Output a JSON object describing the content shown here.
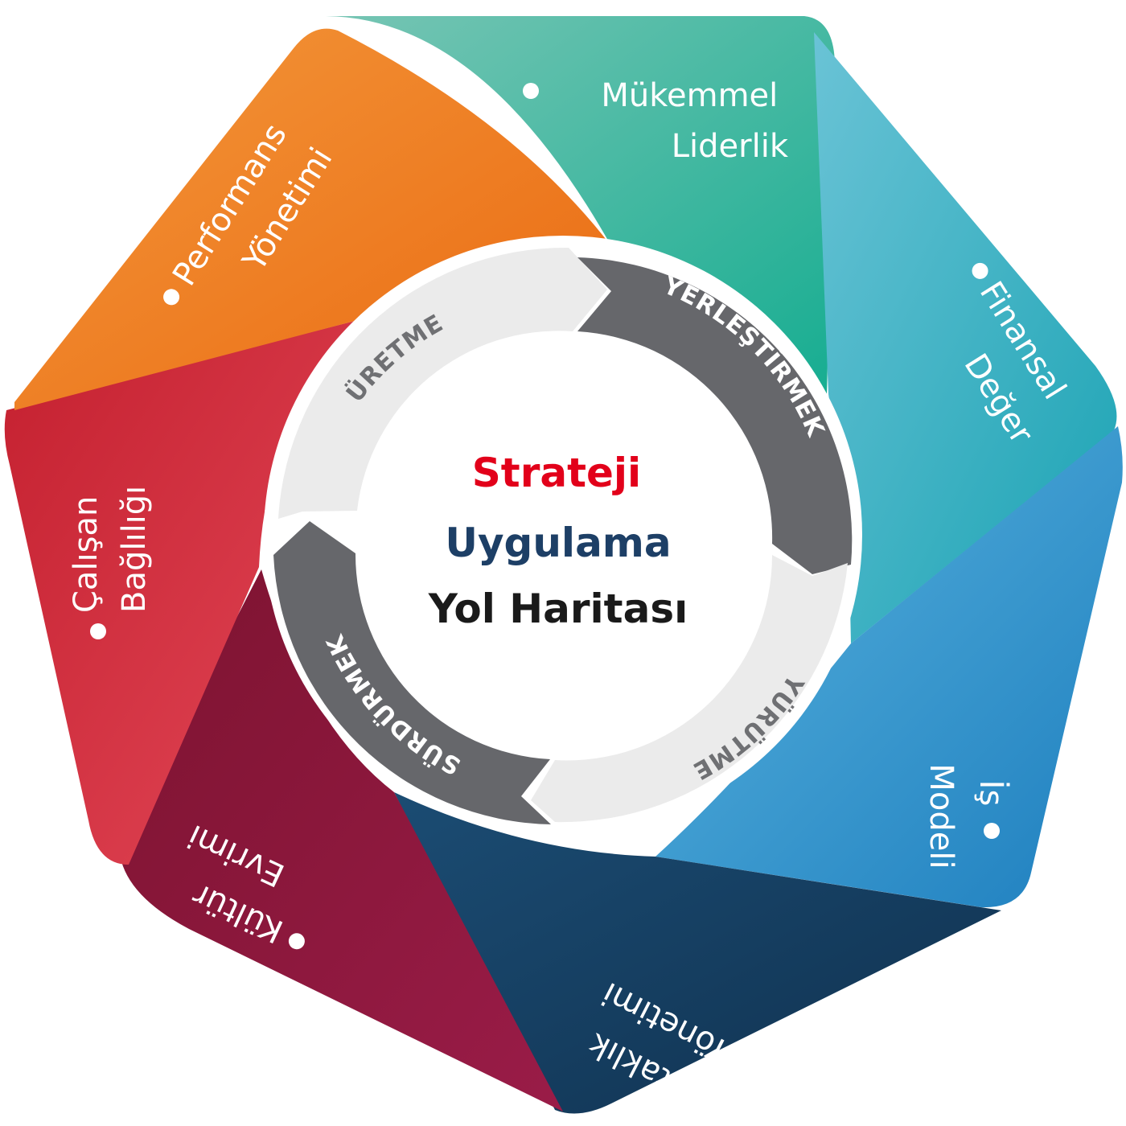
{
  "center": {
    "line1": "Strateji",
    "line2": "Uygulama",
    "line3": "Yol Haritası",
    "colors": {
      "line1": "#e2001a",
      "line2": "#1d3f66",
      "line3": "#1a1a1a"
    }
  },
  "ring": {
    "steps": [
      {
        "label": "ÜRETME",
        "style": "light"
      },
      {
        "label": "YERLEŞTİRMEK",
        "style": "dark"
      },
      {
        "label": "YÜRÜTME",
        "style": "light"
      },
      {
        "label": "SÜRDÜRMEK",
        "style": "dark"
      }
    ],
    "colors": {
      "light": "#ebebeb",
      "dark": "#66676b",
      "light_text": "#6f7073",
      "dark_text": "#ffffff"
    }
  },
  "segments": [
    {
      "name": "mukemmel-liderlik",
      "lines": [
        "Mükemmel",
        "Liderlik"
      ],
      "color_from": "#77c5b4",
      "color_to": "#16ad91"
    },
    {
      "name": "finansal-deger",
      "lines": [
        "Finansal",
        "Değer"
      ],
      "color_from": "#6ac3d6",
      "color_to": "#1aa3b3"
    },
    {
      "name": "is-modeli",
      "lines": [
        "İş",
        "Modeli"
      ],
      "color_from": "#5ab4de",
      "color_to": "#1e7fbf"
    },
    {
      "name": "ortaklik-yonetimi",
      "lines": [
        "Ortaklık",
        "Yönetimi"
      ],
      "color_from": "#1b4c73",
      "color_to": "#10314f"
    },
    {
      "name": "kultur-evrimi",
      "lines": [
        "Kültür",
        "Evrimi"
      ],
      "color_from": "#7d1330",
      "color_to": "#9a1c48"
    },
    {
      "name": "calisan-bagliligi",
      "lines": [
        "Çalışan",
        "Bağlılığı"
      ],
      "color_from": "#c4202f",
      "color_to": "#e34858"
    },
    {
      "name": "performans-yonetimi",
      "lines": [
        "Performans",
        "Yönetimi"
      ],
      "color_from": "#f3973a",
      "color_to": "#ea6a12"
    }
  ]
}
